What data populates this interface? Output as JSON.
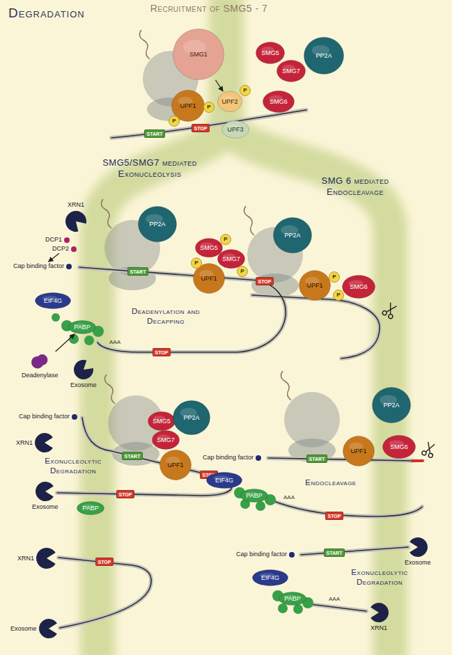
{
  "diagram": {
    "title": "Degradation",
    "nodes": [
      {
        "text": [
          "SMG1"
        ]
      },
      {
        "text": [
          "UPF1"
        ]
      },
      {
        "text": [
          "UPF2"
        ]
      },
      {
        "text": [
          "UPF3"
        ]
      },
      {
        "text": [
          "SMG5"
        ]
      },
      {
        "text": [
          "SMG7"
        ]
      },
      {
        "text": [
          "PP2A"
        ]
      },
      {
        "text": [
          "SMG6"
        ]
      },
      {
        "text": [
          "P"
        ]
      },
      {
        "text": [
          "P"
        ]
      },
      {
        "text": [
          "P"
        ]
      },
      {
        "text": [
          "START"
        ]
      },
      {
        "text": [
          "STOP"
        ]
      },
      {
        "text": [
          "PP2A"
        ]
      },
      {
        "text": [
          "XRN1"
        ]
      },
      {
        "text": [
          "DCP1"
        ]
      },
      {
        "text": [
          "DCP2"
        ]
      },
      {
        "text": [
          "Cap binding factor"
        ]
      },
      {
        "text": [
          "EIF4G"
        ]
      },
      {
        "text": [
          "PABP"
        ]
      },
      {
        "text": [
          "Deadenylase"
        ]
      },
      {
        "text": [
          "Exosome"
        ]
      },
      {
        "text": [
          "SMG5"
        ]
      },
      {
        "text": [
          "SMG7"
        ]
      },
      {
        "text": [
          "UPF1"
        ]
      },
      {
        "text": [
          "P"
        ]
      },
      {
        "text": [
          "P"
        ]
      },
      {
        "text": [
          "P"
        ]
      },
      {
        "text": [
          "START"
        ]
      },
      {
        "text": [
          "STOP"
        ]
      },
      {
        "text": [
          "STOP"
        ]
      },
      {
        "text": [
          "PP2A"
        ]
      },
      {
        "text": [
          "UPF1"
        ]
      },
      {
        "text": [
          "SMG6"
        ]
      },
      {
        "text": [
          "P"
        ]
      },
      {
        "text": [
          "P"
        ]
      },
      {
        "text": [
          "Cap binding factor"
        ]
      },
      {
        "text": [
          "XRN1"
        ]
      },
      {
        "text": [
          "SMG5"
        ]
      },
      {
        "text": [
          "PP2A"
        ]
      },
      {
        "text": [
          "SMG7"
        ]
      },
      {
        "text": [
          "UPF1"
        ]
      },
      {
        "text": [
          "START"
        ]
      },
      {
        "text": [
          "STOP"
        ]
      },
      {
        "text": [
          "Exosome"
        ]
      },
      {
        "text": [
          "PABP"
        ]
      },
      {
        "text": [
          "STOP"
        ]
      },
      {
        "text": [
          "PP2A"
        ]
      },
      {
        "text": [
          "UPF1"
        ]
      },
      {
        "text": [
          "SMG6"
        ]
      },
      {
        "text": [
          "Cap binding factor"
        ]
      },
      {
        "text": [
          "EIF4G"
        ]
      },
      {
        "text": [
          "PABP"
        ]
      },
      {
        "text": [
          "START"
        ]
      },
      {
        "text": [
          "STOP"
        ]
      },
      {
        "text": [
          "XRN1"
        ]
      },
      {
        "text": [
          "STOP"
        ]
      },
      {
        "text": [
          "Exosome"
        ]
      },
      {
        "text": [
          "Cap binding factor"
        ]
      },
      {
        "text": [
          "EIF4G"
        ]
      },
      {
        "text": [
          "PABP"
        ]
      },
      {
        "text": [
          "START"
        ]
      },
      {
        "text": [
          "Exosome"
        ]
      },
      {
        "text": [
          "XRN1"
        ]
      }
    ],
    "edges": [
      {
        "from": 0,
        "to": 2,
        "arrow": "to"
      },
      {
        "from": 16,
        "to": 17,
        "arrow": "to"
      },
      {
        "from": 20,
        "to": 19,
        "arrow": "to"
      }
    ],
    "labels": [
      "Recruitment of SMG5 - 7",
      "SMG5/SMG7 mediated Exonucleolysis",
      "SMG 6 mediated Endocleavage",
      "Deadenylation and Decapping",
      "AAA",
      "Exonucleolytic Degradation",
      "Endocleavage",
      "AAA",
      "Exonucleolytic Degradation",
      "AAA"
    ]
  }
}
